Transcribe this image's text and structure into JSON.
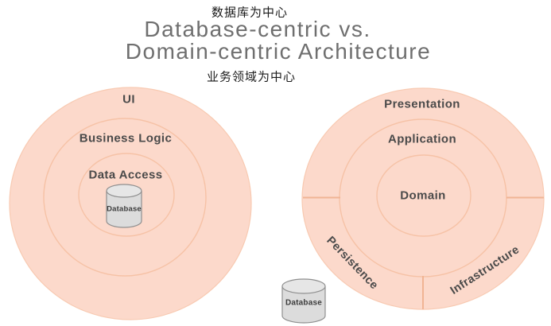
{
  "header": {
    "subtitle_top": "数据库为中心",
    "title_line1": "Database-centric vs.",
    "title_line2": "Domain-centric Architecture",
    "subtitle_bottom": "业务领域为中心"
  },
  "left_diagram": {
    "labels": {
      "ui": "UI",
      "business_logic": "Business Logic",
      "data_access": "Data Access",
      "database": "Database"
    }
  },
  "right_diagram": {
    "labels": {
      "presentation": "Presentation",
      "application": "Application",
      "domain": "Domain",
      "persistence": "Persistence",
      "infrastructure": "Infrastructure",
      "database": "Database"
    }
  },
  "colors": {
    "circle_fill": "#fcd9cb",
    "ring_stroke": "#f6c2a6",
    "divider_stroke": "#f0b494",
    "label_text": "#4a4a4a",
    "title_text": "#6f6f6f",
    "subtitle_text": "#1c1c1c",
    "cylinder_fill": "#dcdcdc",
    "cylinder_lid_fill": "#e6e6e6",
    "cylinder_stroke": "#8f8f8f"
  }
}
